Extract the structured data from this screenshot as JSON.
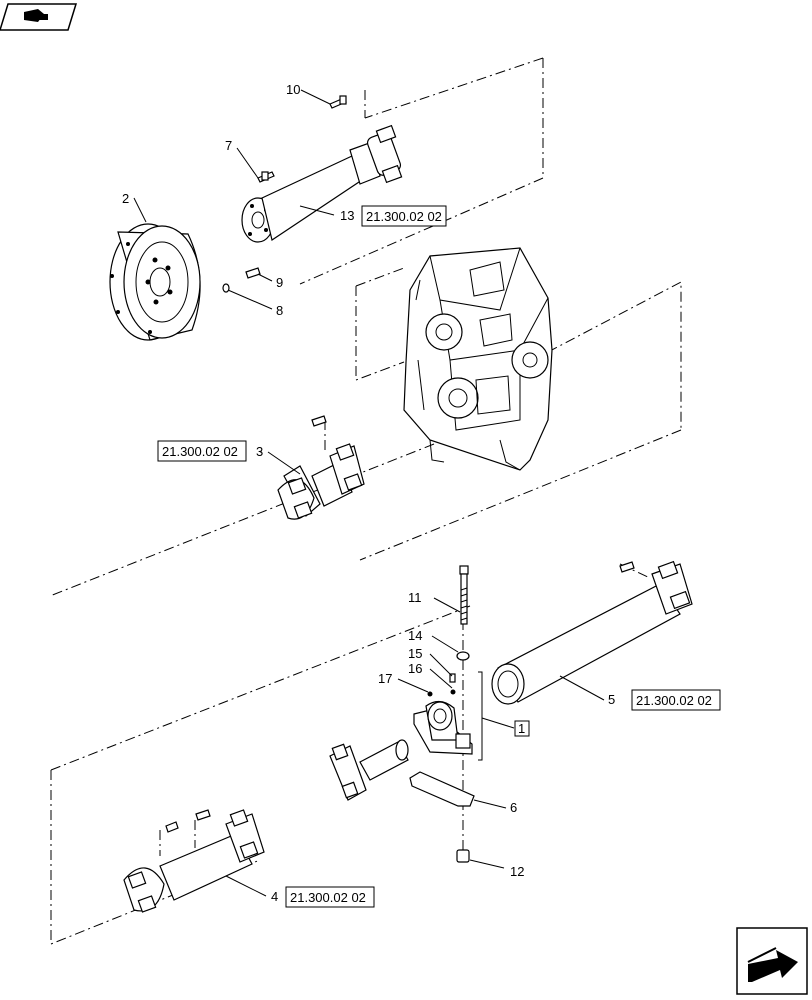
{
  "callouts": {
    "c1": "1",
    "c2": "2",
    "c3": "3",
    "c4": "4",
    "c5": "5",
    "c6": "6",
    "c7": "7",
    "c8": "8",
    "c9": "9",
    "c10": "10",
    "c11": "11",
    "c12": "12",
    "c13": "13",
    "c14": "14",
    "c15": "15",
    "c16": "16",
    "c17": "17"
  },
  "references": {
    "r13": "21.300.02 02",
    "r3": "21.300.02 02",
    "r5": "21.300.02 02",
    "r4": "21.300.02 02"
  },
  "icons": {
    "top_left": "book-page-icon",
    "bottom_right": "next-page-arrow-icon"
  }
}
